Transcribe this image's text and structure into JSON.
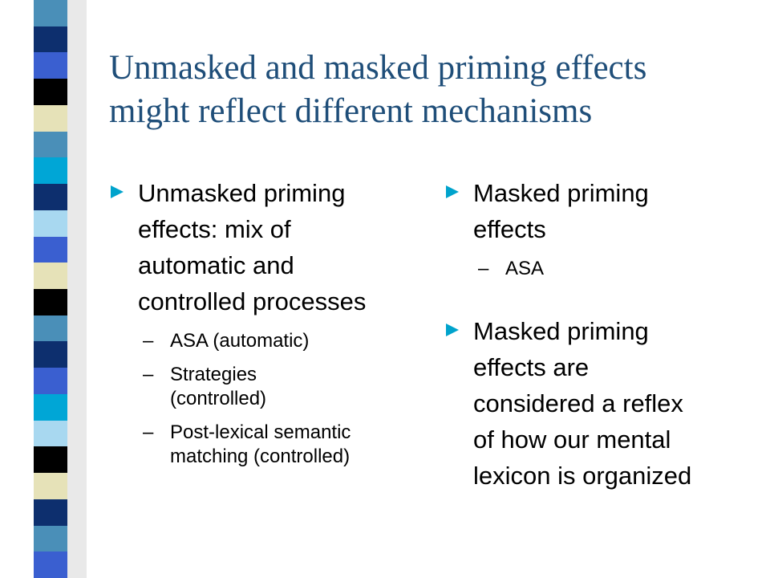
{
  "slide": {
    "title_lines": [
      "Unmasked and masked priming effects",
      "might reflect different mechanisms"
    ],
    "accent_color": "#1f4e79",
    "bullet_color": "#00a3cc"
  },
  "left_column": {
    "bullet": [
      "Unmasked priming",
      "effects: mix of",
      "automatic and",
      "controlled processes"
    ],
    "subitems": [
      {
        "dash": "–",
        "lines": [
          "ASA (automatic)"
        ]
      },
      {
        "dash": "–",
        "lines": [
          "Strategies",
          "(controlled)"
        ]
      },
      {
        "dash": "–",
        "lines": [
          "Post-lexical semantic",
          "matching (controlled)"
        ]
      }
    ]
  },
  "right_column": {
    "bullet1": [
      "Masked priming",
      "effects"
    ],
    "subitems": [
      {
        "dash": "–",
        "lines": [
          "ASA"
        ]
      }
    ],
    "bullet2": [
      "Masked priming",
      "effects are",
      "considered a reflex",
      "of how our mental",
      "lexicon is organized"
    ]
  },
  "decoration": {
    "stripe_colors": [
      "#4a8fb8",
      "#0d2f6e",
      "#3a5fd0",
      "#000000",
      "#e6e2b8",
      "#4a8fb8",
      "#00a6d6",
      "#0d2f6e",
      "#a8d8f0",
      "#3a5fd0",
      "#e6e2b8",
      "#000000",
      "#4a8fb8",
      "#0d2f6e",
      "#3a5fd0",
      "#00a6d6",
      "#a8d8f0",
      "#000000",
      "#e6e2b8",
      "#0d2f6e",
      "#4a8fb8",
      "#3a5fd0"
    ]
  }
}
